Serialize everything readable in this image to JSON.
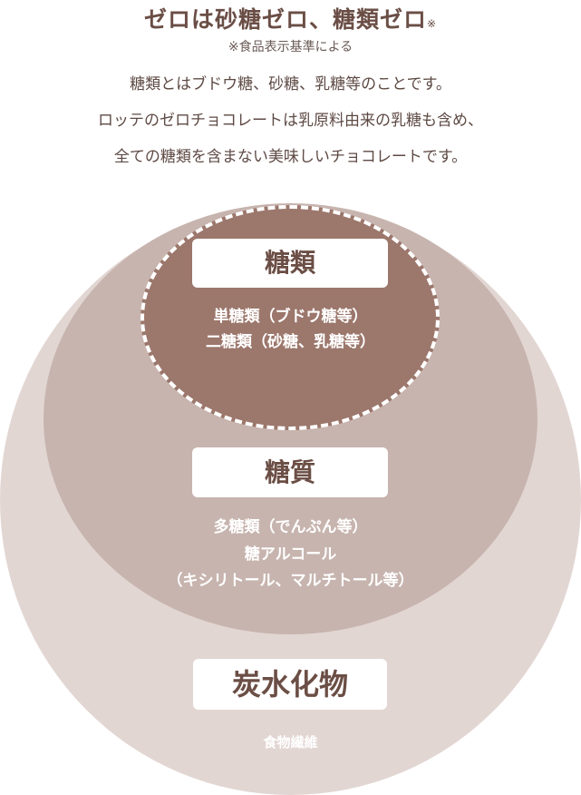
{
  "header": {
    "title": "ゼロは砂糖ゼロ、糖類ゼロ",
    "title_mark": "※",
    "note": "※食品表示基準による",
    "desc_lines": [
      "糖類とはブドウ糖、砂糖、乳糖等のことです。",
      "ロッテのゼロチョコレートは乳原料由来の乳糖も含め、",
      "全ての糖類を含まない美味しいチョコレートです。"
    ]
  },
  "diagram": {
    "inner": {
      "label": "糖類",
      "items": [
        "単糖類（ブドウ糖等）",
        "二糖類（砂糖、乳糖等）"
      ]
    },
    "middle": {
      "label": "糖質",
      "items": [
        "多糖類（でんぷん等）",
        "糖アルコール",
        "（キシリトール、マルチトール等）"
      ]
    },
    "outer": {
      "label": "炭水化物",
      "items": [
        "食物繊維"
      ]
    }
  },
  "colors": {
    "outer": "#e2d6d3",
    "middle": "#c7b4ae",
    "inner": "#9c776c",
    "text": "#6b4e45"
  }
}
